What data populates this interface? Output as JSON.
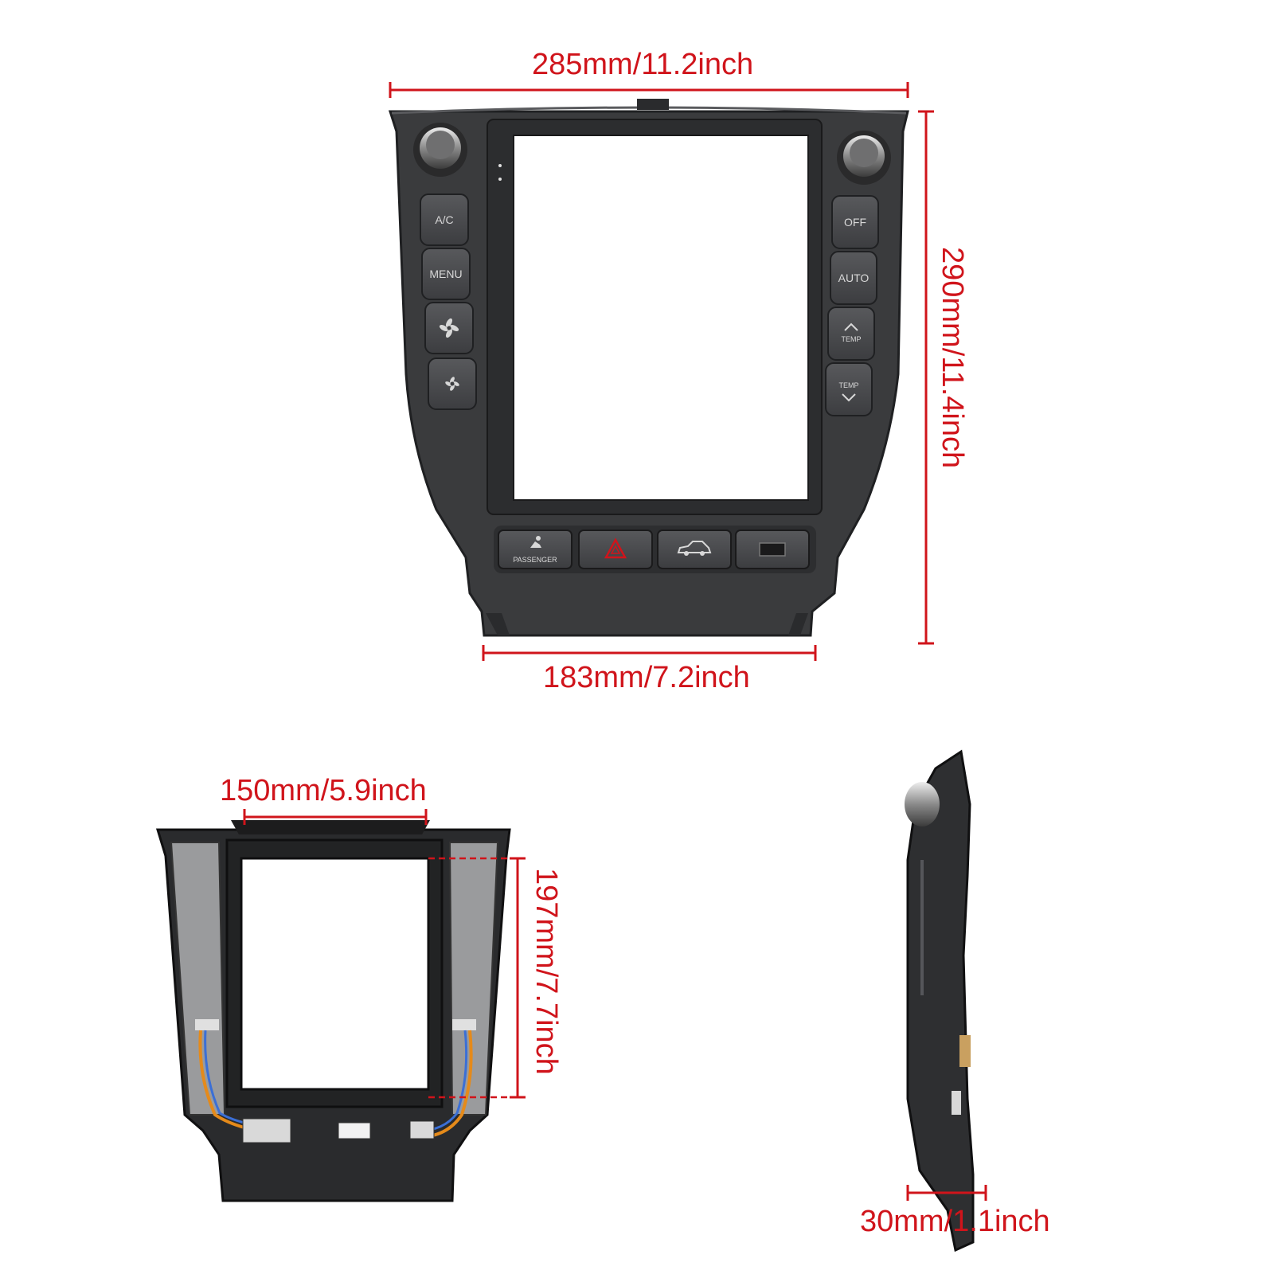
{
  "colors": {
    "dimension": "#d0141b",
    "panel": "#3a3b3d",
    "panel_dark": "#1f2022",
    "button": "#4a4b4e",
    "button_text": "#d8d8d8",
    "hazard": "#d0141b",
    "background": "#ffffff"
  },
  "dimensions": {
    "overall_width": "285mm/11.2inch",
    "overall_height": "290mm/11.4inch",
    "bottom_width": "183mm/7.2inch",
    "screen_width": "150mm/5.9inch",
    "screen_height": "197mm/7.7inch",
    "depth": "30mm/1.1inch"
  },
  "front_panel": {
    "left_buttons": [
      {
        "label": "A/C",
        "icon": "text"
      },
      {
        "label": "MENU",
        "icon": "text"
      },
      {
        "label": "",
        "icon": "fan-high-icon"
      },
      {
        "label": "",
        "icon": "fan-low-icon"
      }
    ],
    "right_buttons": [
      {
        "label": "OFF",
        "icon": "text"
      },
      {
        "label": "AUTO",
        "icon": "text"
      },
      {
        "label": "TEMP",
        "icon": "temp-up-icon"
      },
      {
        "label": "TEMP",
        "icon": "temp-down-icon"
      }
    ],
    "bottom_buttons": [
      {
        "label": "PASSENGER",
        "icon": "passenger-airbag-icon"
      },
      {
        "label": "",
        "icon": "hazard-triangle-icon"
      },
      {
        "label": "",
        "icon": "car-icon"
      },
      {
        "label": "",
        "icon": "switch-icon"
      }
    ]
  }
}
